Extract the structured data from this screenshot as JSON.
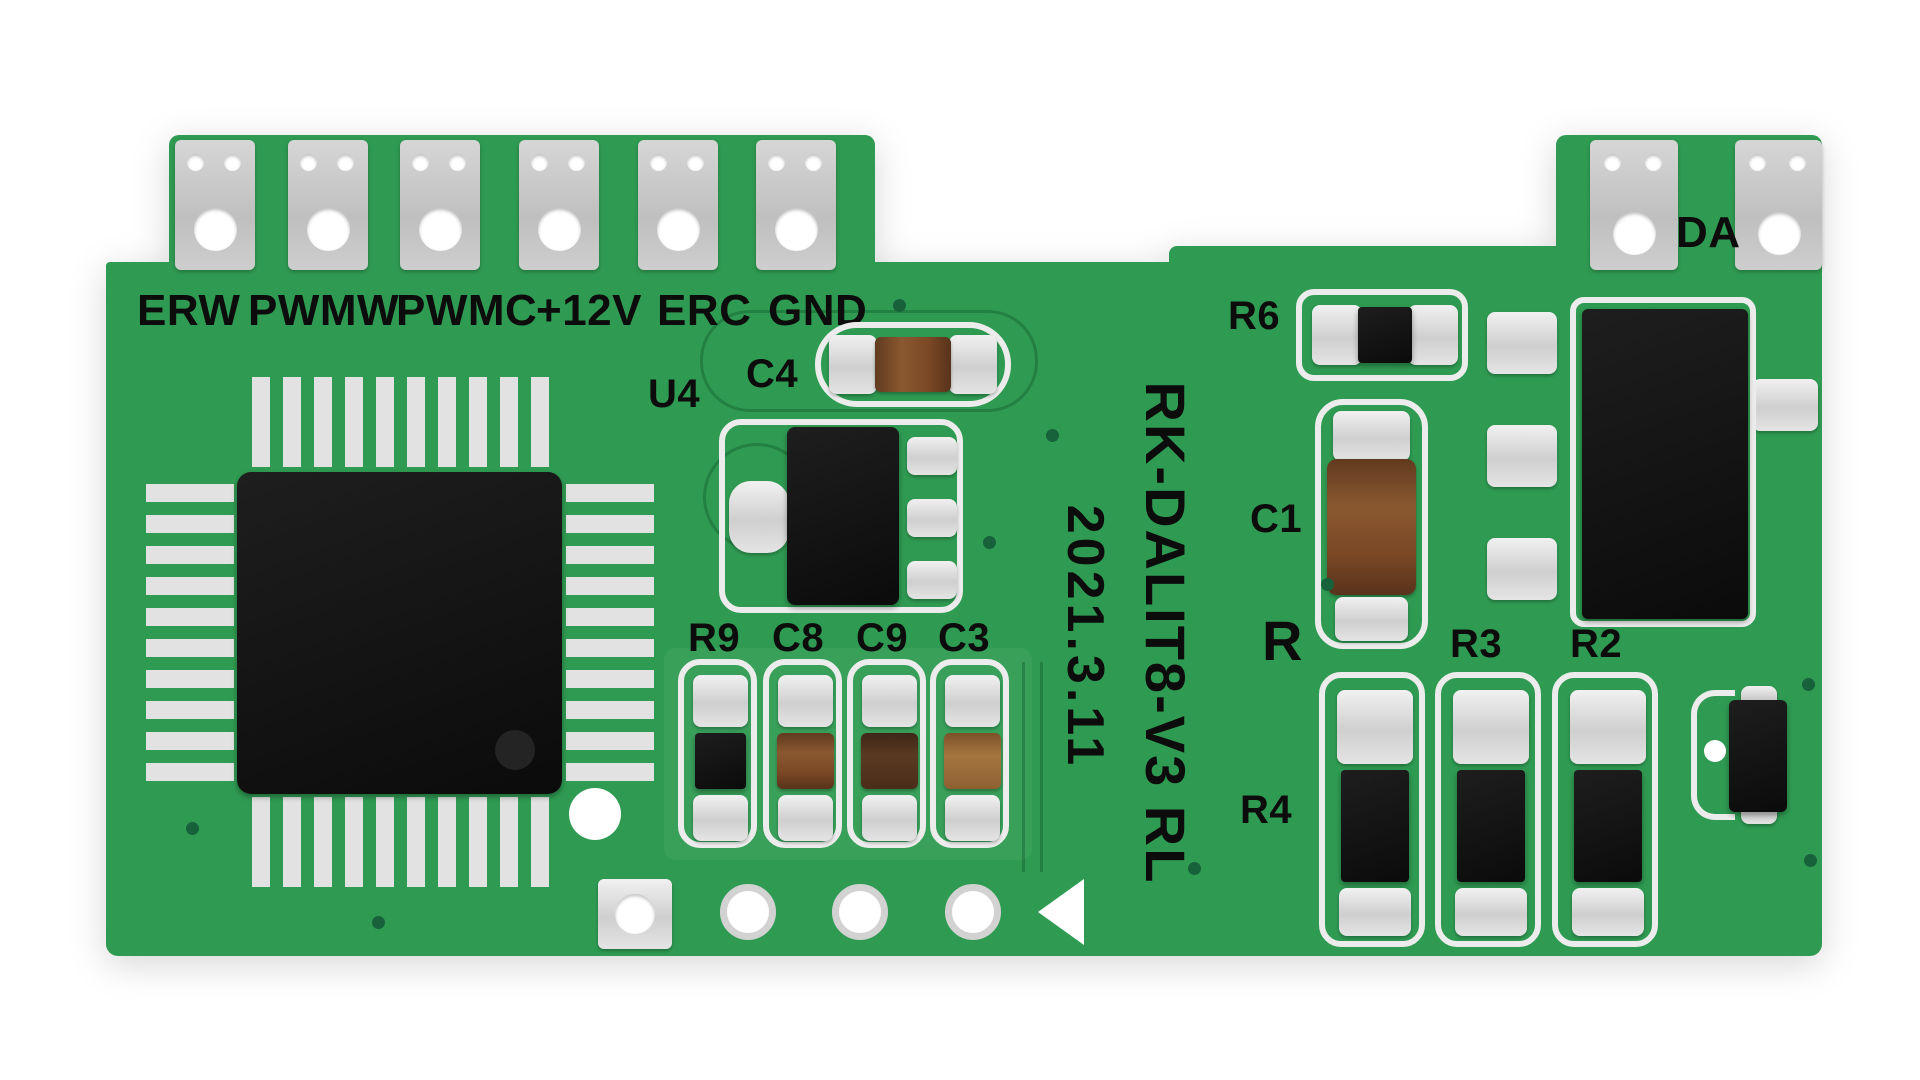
{
  "board": {
    "part_number": "RK-DALIT8-V3 RL",
    "date_code": "2021.3.11",
    "colors": {
      "board_green": "#2f9b52",
      "silkscreen_white": "#ececec",
      "pad_silver": "#d9d9d9",
      "ic_black": "#141414",
      "capacitor_brown": "#7b4b2a",
      "label_black": "#0c0c0c"
    }
  },
  "terminals": {
    "left_labels": [
      "ERW",
      "PWMW",
      "PWMC",
      "+12V",
      "ERC",
      "GND"
    ],
    "right_label": "DA"
  },
  "components": {
    "u4": "U4",
    "c4": "C4",
    "r9": "R9",
    "c8": "C8",
    "c9": "C9",
    "c3": "C3",
    "r6": "R6",
    "c1": "C1",
    "r": "R",
    "r3": "R3",
    "r2": "R2",
    "r4": "R4"
  }
}
